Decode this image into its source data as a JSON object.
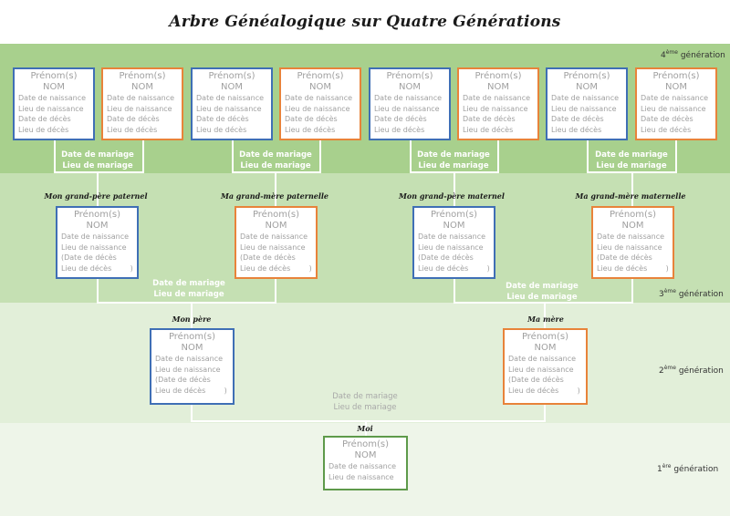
{
  "title": "Arbre Généalogique sur Quatre Générations",
  "generations": {
    "g4": {
      "num": "4",
      "sup": "ème",
      "label": " génération"
    },
    "g3": {
      "num": "3",
      "sup": "ème",
      "label": " génération"
    },
    "g2": {
      "num": "2",
      "sup": "ème",
      "label": " génération"
    },
    "g1": {
      "num": "1",
      "sup": "ère",
      "label": " génération"
    }
  },
  "card": {
    "firstname": "Prénom(s)",
    "lastname": "NOM",
    "birth_date": "Date de naissance",
    "birth_place": "Lieu de naissance",
    "death_date": "Date de décès",
    "death_place": "Lieu de décès",
    "death_date_paren": "(Date de décès",
    "death_place_paren": "Lieu de décès        )"
  },
  "marriage": {
    "date": "Date de mariage",
    "place": "Lieu de mariage"
  },
  "roles": {
    "gpp": "Mon grand-père paternel",
    "gmp": "Ma grand-mère paternelle",
    "gpm": "Mon grand-père maternel",
    "gmm": "Ma grand-mère maternelle",
    "father": "Mon père",
    "mother": "Ma mère",
    "me": "Moi"
  },
  "colors": {
    "male": "#3f6fb5",
    "female": "#e8833a",
    "self": "#5e9a4a"
  }
}
